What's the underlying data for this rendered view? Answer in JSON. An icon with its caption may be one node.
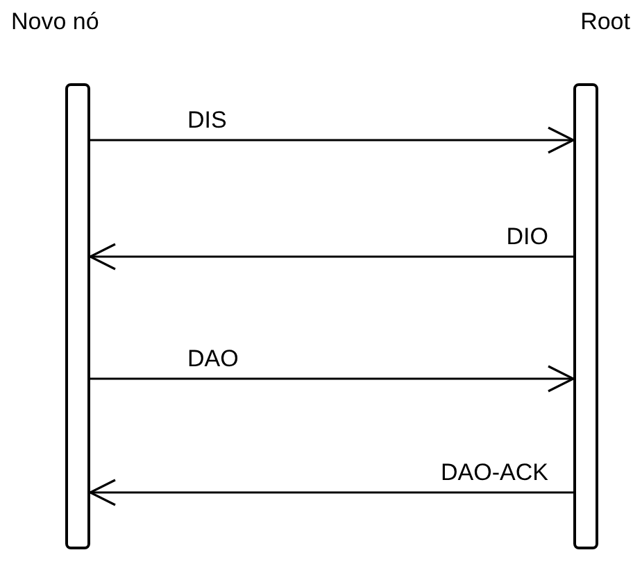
{
  "diagram": {
    "nodes": [
      {
        "text": [
          "Novo nó"
        ]
      },
      {
        "text": [
          "Root"
        ]
      }
    ],
    "edges": [
      {
        "from": 0,
        "to": 1,
        "arrow": "to",
        "label": "DIS"
      },
      {
        "from": 1,
        "to": 0,
        "arrow": "to",
        "label": "DIO"
      },
      {
        "from": 0,
        "to": 1,
        "arrow": "to",
        "label": "DAO"
      },
      {
        "from": 1,
        "to": 0,
        "arrow": "to",
        "label": "DAO-ACK"
      }
    ]
  }
}
